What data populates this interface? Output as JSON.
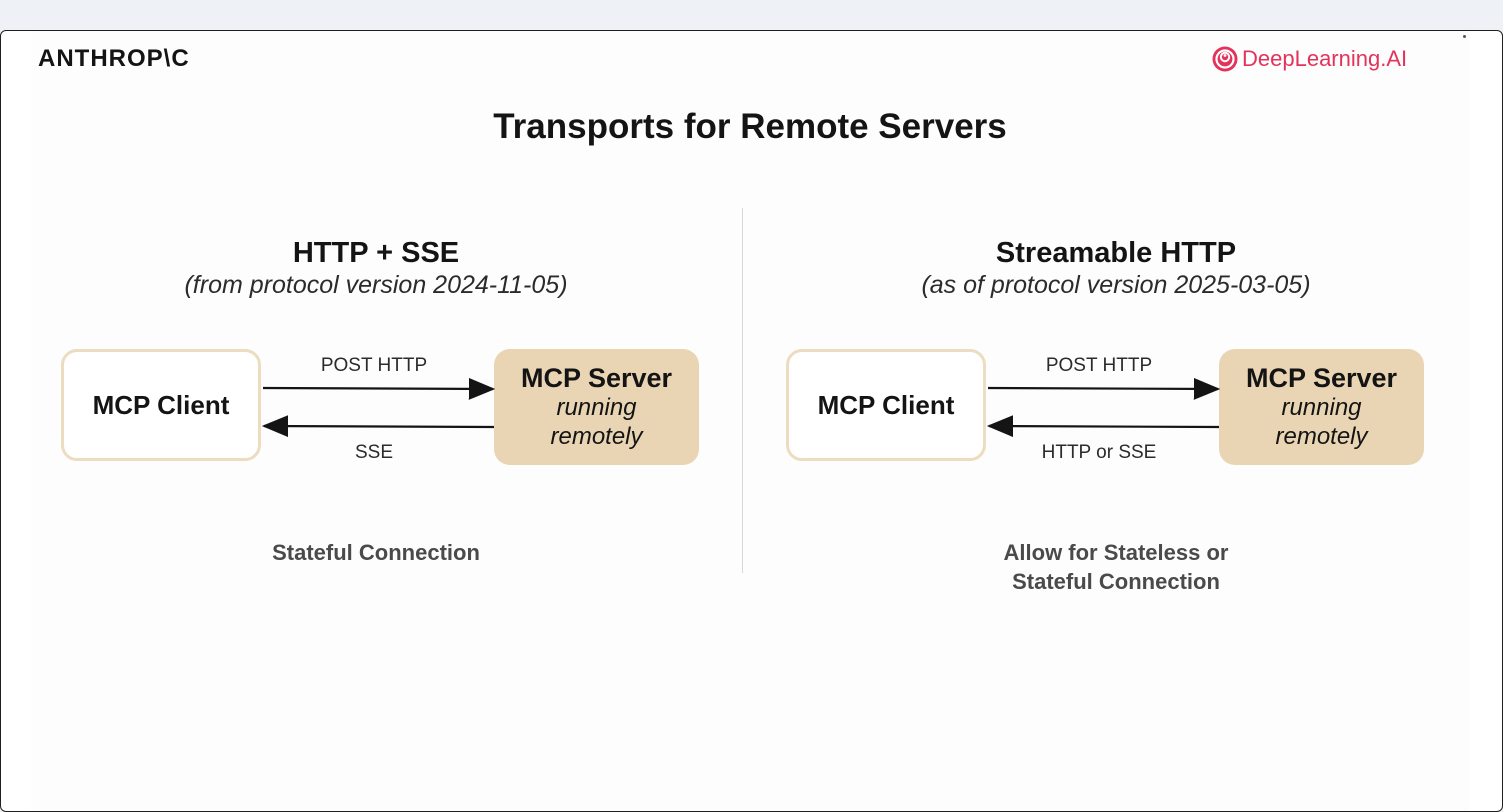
{
  "brand": {
    "left_logo_text": "ANTHROP\\C",
    "right_logo_text": "DeepLearning.AI",
    "right_logo_icon": "deeplearning-swirl-icon",
    "accent_color": "#e4335a"
  },
  "slide": {
    "title": "Transports for Remote Servers"
  },
  "panels": [
    {
      "title": "HTTP + SSE",
      "subtitle": "(from protocol version 2024-11-05)",
      "client_label": "MCP Client",
      "server_name": "MCP Server",
      "server_note_line1": "running",
      "server_note_line2": "remotely",
      "request_label": "POST HTTP",
      "response_label": "SSE",
      "footer_line1": "Stateful Connection",
      "footer_line2": ""
    },
    {
      "title": "Streamable HTTP",
      "subtitle": "(as of protocol version 2025-03-05)",
      "client_label": "MCP Client",
      "server_name": "MCP Server",
      "server_note_line1": "running",
      "server_note_line2": "remotely",
      "request_label": "POST HTTP",
      "response_label": "HTTP or SSE",
      "footer_line1": "Allow for Stateless or",
      "footer_line2": "Stateful Connection"
    }
  ],
  "colors": {
    "client_border": "#ecdcc0",
    "server_fill": "#e9d5b4"
  }
}
